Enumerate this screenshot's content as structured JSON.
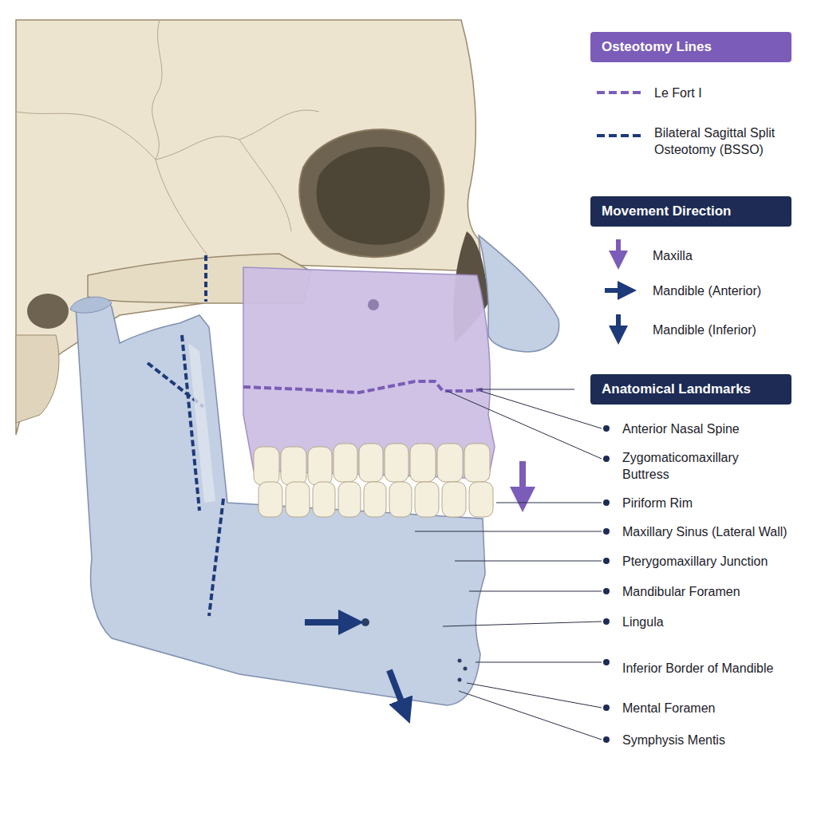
{
  "diagram": {
    "nodes": [
      {
        "text": [
          "Osteotomy Lines"
        ]
      },
      {
        "text": [
          "Movement Direction"
        ]
      },
      {
        "text": [
          "Anatomical Landmarks"
        ]
      }
    ],
    "labels": [
      "Anterior Nasal Spine",
      "Zygomaticomaxillary Buttress",
      "Piriform Rim",
      "Maxillary Sinus (Lateral Wall)",
      "Pterygomaxillary Junction",
      "Mandibular Foramen",
      "Lingula",
      "Inferior Border of Mandible",
      "Mental Foramen",
      "Symphysis Mentis"
    ],
    "legend": [
      {
        "text": "Le Fort I"
      },
      {
        "text": "Bilateral Sagittal Split Osteotomy (BSSO)"
      },
      {
        "text": "Maxilla"
      },
      {
        "text": "Mandible (Anterior)"
      },
      {
        "text": "Mandible (Inferior)"
      }
    ]
  }
}
